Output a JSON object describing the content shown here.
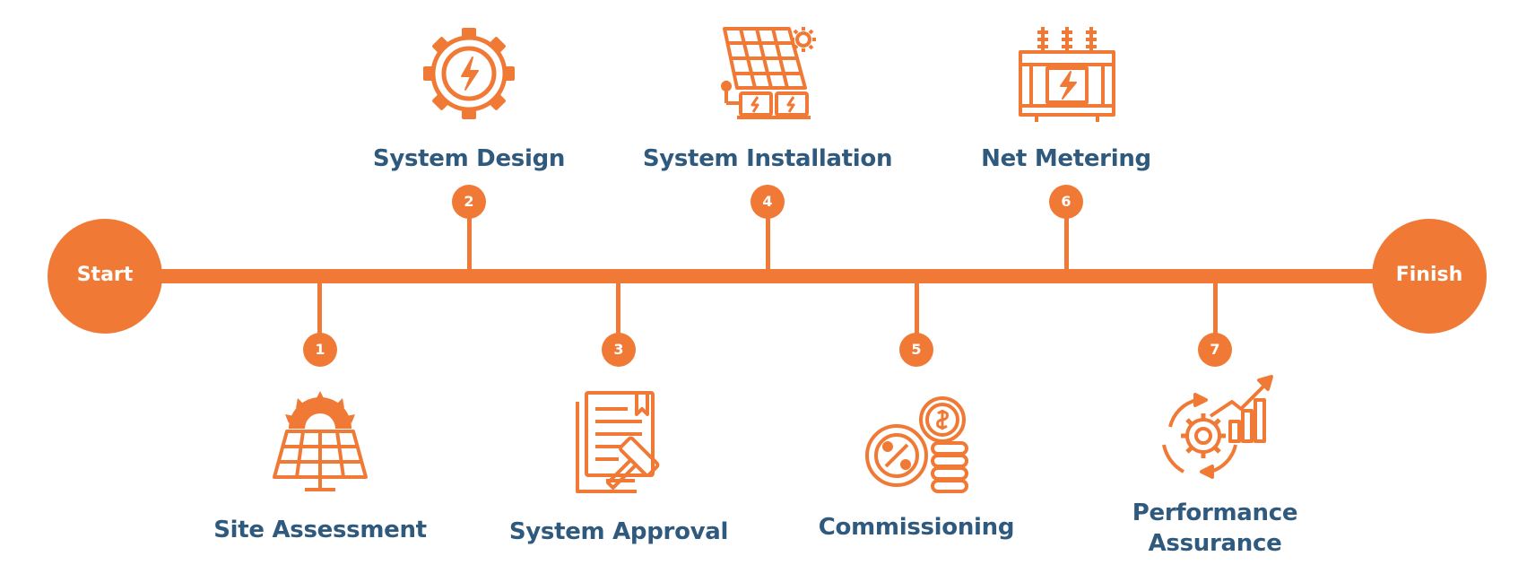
{
  "diagram": {
    "start_label": "Start",
    "finish_label": "Finish",
    "accent_color": "#F07A35",
    "text_color": "#2F5A7E",
    "steps": [
      {
        "number": "1",
        "label": "Site Assessment",
        "icon": "solar-panel-sun-icon",
        "side": "below"
      },
      {
        "number": "2",
        "label": "System Design",
        "icon": "gear-lightning-icon",
        "side": "above"
      },
      {
        "number": "3",
        "label": "System Approval",
        "icon": "document-gavel-icon",
        "side": "below"
      },
      {
        "number": "4",
        "label": "System Installation",
        "icon": "solar-panel-install-icon",
        "side": "above"
      },
      {
        "number": "5",
        "label": "Commissioning",
        "icon": "coins-percent-icon",
        "side": "below"
      },
      {
        "number": "6",
        "label": "Net Metering",
        "icon": "transformer-icon",
        "side": "above"
      },
      {
        "number": "7",
        "label": "Performance Assurance",
        "icon": "gear-growth-chart-icon",
        "side": "below"
      }
    ]
  }
}
